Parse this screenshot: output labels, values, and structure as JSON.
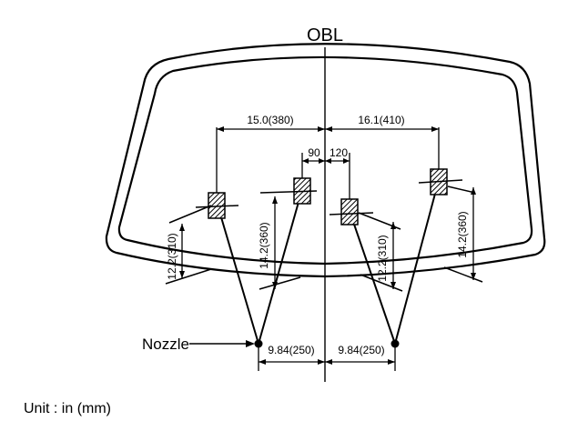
{
  "labels": {
    "obl": "OBL",
    "nozzle": "Nozzle",
    "unit": "Unit : in (mm)"
  },
  "dimensions": {
    "left_span": "15.0(380)",
    "right_span": "16.1(410)",
    "left_inner": "90",
    "right_inner": "120",
    "left_outer_height": "12.2(310)",
    "left_inner_height": "14.2(360)",
    "right_inner_height": "12.2(310)",
    "right_outer_height": "14.2(360)",
    "left_nozzle_offset": "9.84(250)",
    "right_nozzle_offset": "9.84(250)"
  },
  "colors": {
    "ink": "#000000",
    "background": "#ffffff"
  }
}
